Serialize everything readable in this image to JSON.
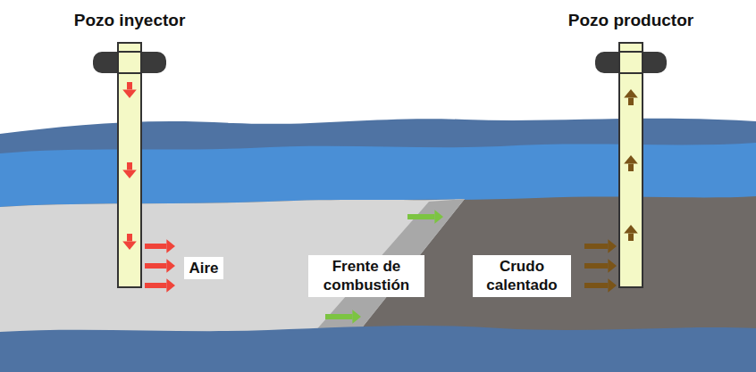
{
  "diagram": {
    "nodes": [
      {
        "text": [
          "Pozo inyector"
        ]
      },
      {
        "text": [
          "Pozo productor"
        ]
      },
      {
        "text": [
          "Aire"
        ]
      },
      {
        "text": [
          "Frente de combustión"
        ]
      },
      {
        "text": [
          "Crudo calentado"
        ]
      }
    ]
  }
}
